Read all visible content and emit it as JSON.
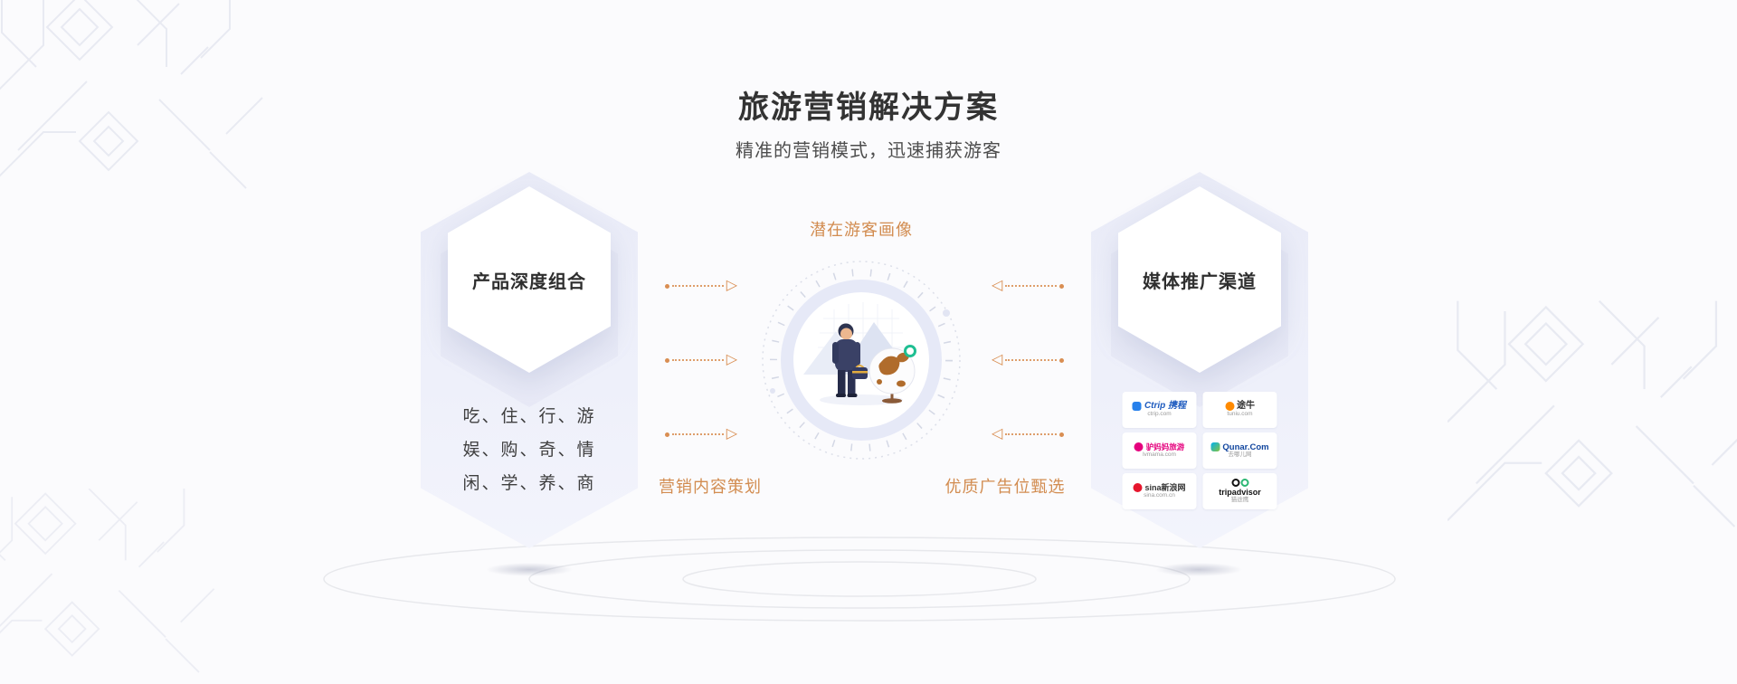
{
  "header": {
    "title": "旅游营销解决方案",
    "subtitle": "精准的营销模式，迅速捕获游客"
  },
  "left_card": {
    "title": "产品深度组合",
    "lines": [
      "吃、住、行、游",
      "娱、购、奇、情",
      "闲、学、养、商"
    ]
  },
  "diagram": {
    "top_label": "潜在游客画像",
    "bottom_left_label": "营销内容策划",
    "bottom_right_label": "优质广告位甄选"
  },
  "right_card": {
    "title": "媒体推广渠道",
    "logos": [
      {
        "name": "ctrip",
        "main": "Ctrip 携程",
        "sub": "ctrip.com"
      },
      {
        "name": "tuniu",
        "main": "途牛",
        "sub": "tuniu.com"
      },
      {
        "name": "lvmama",
        "main": "驴妈妈旅游",
        "sub": "lvmama.com"
      },
      {
        "name": "qunar",
        "main": "Qunar.Com",
        "sub": "去哪儿网"
      },
      {
        "name": "sina",
        "main": "sina新浪网",
        "sub": "sina.com.cn"
      },
      {
        "name": "tripadvisor",
        "main": "tripadvisor",
        "sub": "猫途鹰"
      }
    ]
  },
  "icons": {
    "arrow_right": "▷",
    "arrow_left": "◁"
  },
  "colors": {
    "accent_orange": "#d98e52",
    "lavender": "#edeffa",
    "title_text": "#333333"
  }
}
